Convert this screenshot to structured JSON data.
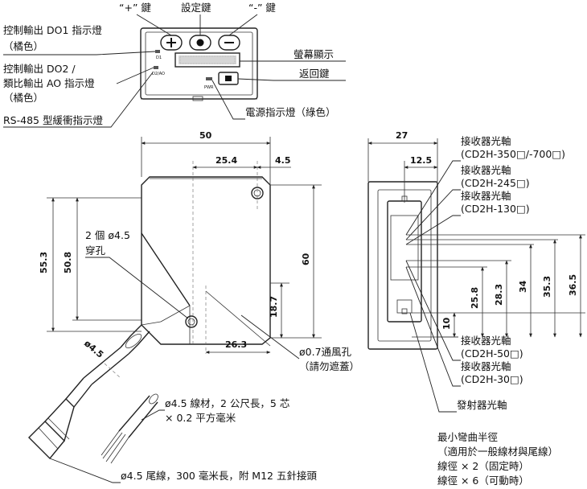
{
  "top_labels": {
    "plus_key": "“+” 鍵",
    "set_key": "設定鍵",
    "minus_key": "“-” 鍵",
    "do1_line1": "控制輸出 DO1 指示燈",
    "do1_line2": "（橘色）",
    "do2_line1": "控制輸出 DO2 /",
    "do2_line2": "類比輸出 AO 指示燈",
    "do2_line3": "（橘色）",
    "rs485": "RS-485 型緩衝指示燈",
    "screen": "螢幕顯示",
    "return_key": "返回鍵",
    "power": "電源指示燈（綠色）",
    "panel_d1": "D1",
    "panel_d2": "D2/AO",
    "panel_pwr": "PWR"
  },
  "front_view": {
    "dim_50": "50",
    "dim_25_4": "25.4",
    "dim_4_5": "4.5",
    "dim_55_3": "55.3",
    "dim_50_8": "50.8",
    "dim_60": "60",
    "dim_18_7": "18.7",
    "dim_26_3": "26.3",
    "hole_line1": "2 個 ø4.5",
    "hole_line2": "穿孔",
    "vent_line1": "ø0.7通風孔",
    "vent_line2": "（請勿遮蓋）",
    "cable_dia": "ø4.5"
  },
  "side_view": {
    "dim_27": "27",
    "dim_12_5": "12.5",
    "axis_350_title": "接收器光軸",
    "axis_350_model": "(CD2H-350□/-700□)",
    "axis_245_title": "接收器光軸",
    "axis_245_model": "(CD2H-245□)",
    "axis_130_title": "接收器光軸",
    "axis_130_model": "(CD2H-130□)",
    "axis_50_title": "接收器光軸",
    "axis_50_model": "(CD2H-50□)",
    "axis_30_title": "接收器光軸",
    "axis_30_model": "(CD2H-30□)",
    "emitter": "發射器光軸",
    "dim_10": "10",
    "dim_25_8": "25.8",
    "dim_28_3": "28.3",
    "dim_34": "34",
    "dim_35_3": "35.3",
    "dim_36_5": "36.5"
  },
  "notes": {
    "wire_line1": "ø4.5 線材，2 公尺長，5 芯",
    "wire_line2": "× 0.2 平方毫米",
    "pigtail": "ø4.5 尾線，300 毫米長，附 M12 五針接頭",
    "bend_title": "最小彎曲半徑",
    "bend_line1": "（適用於一般線材與尾線）",
    "bend_line2": "線徑 × 2（固定時）",
    "bend_line3": "線徑 × 6（可動時）"
  }
}
